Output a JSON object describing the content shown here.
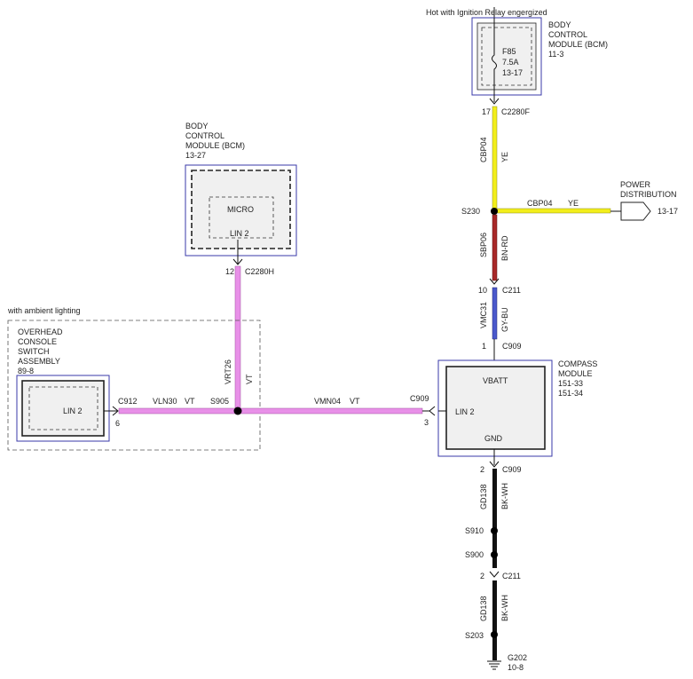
{
  "colors": {
    "pink": "#e890e8",
    "yellow": "#f2ee1a",
    "red": "#a82828",
    "blue": "#4a58cc",
    "black": "#111111",
    "module_border": "#3a3aa8"
  },
  "hot_label": "Hot with Ignition Relay engergized",
  "bcm_top": {
    "name_lines": [
      "BODY",
      "CONTROL",
      "MODULE (BCM)",
      "11-3"
    ],
    "fuse_lines": [
      "F85",
      "7.5A",
      "13-17"
    ],
    "pin": "17",
    "connector": "C2280F"
  },
  "bcm_left": {
    "name_lines": [
      "BODY",
      "CONTROL",
      "MODULE (BCM)",
      "13-27"
    ],
    "micro": "MICRO",
    "lin": "LIN 2",
    "pin": "12",
    "connector": "C2280H"
  },
  "overhead": {
    "region_label": "with ambient lighting",
    "name_lines": [
      "OVERHEAD",
      "CONSOLE",
      "SWITCH",
      "ASSEMBLY",
      "89-8"
    ],
    "lin": "LIN 2",
    "connector": "C912",
    "pin": "6"
  },
  "compass": {
    "name_lines": [
      "COMPASS",
      "MODULE",
      "151-33",
      "151-34"
    ],
    "vbatt": "VBATT",
    "gnd": "GND",
    "lin": "LIN 2",
    "lin_connector": "C909",
    "lin_pin": "3",
    "top_pin": "1",
    "top_connector": "C909",
    "bottom_pin": "2",
    "bottom_connector": "C909"
  },
  "power_dist": {
    "lines": [
      "POWER",
      "DISTRIBUTION"
    ],
    "ref": "13-17"
  },
  "wires": {
    "cbp04_v": {
      "circuit": "CBP04",
      "color": "YE"
    },
    "cbp04_h": {
      "circuit": "CBP04",
      "color": "YE"
    },
    "sbp06": {
      "circuit": "SBP06",
      "color": "BN-RD"
    },
    "vmc31": {
      "circuit": "VMC31",
      "color": "GY-BU"
    },
    "vrt26": {
      "circuit": "VRT26",
      "color": "VT"
    },
    "vln30": {
      "circuit": "VLN30",
      "color": "VT"
    },
    "vmn04": {
      "circuit": "VMN04",
      "color": "VT"
    },
    "gd138_a": {
      "circuit": "GD138",
      "color": "BK-WH"
    },
    "gd138_b": {
      "circuit": "GD138",
      "color": "BK-WH"
    }
  },
  "splices": {
    "s230": "S230",
    "s905": "S905",
    "s910": "S910",
    "s900": "S900",
    "s203": "S203"
  },
  "c211_top": {
    "pin": "10",
    "connector": "C211"
  },
  "c211_bottom": {
    "pin": "2",
    "connector": "C211"
  },
  "ground": {
    "name": "G202",
    "ref": "10-8"
  }
}
